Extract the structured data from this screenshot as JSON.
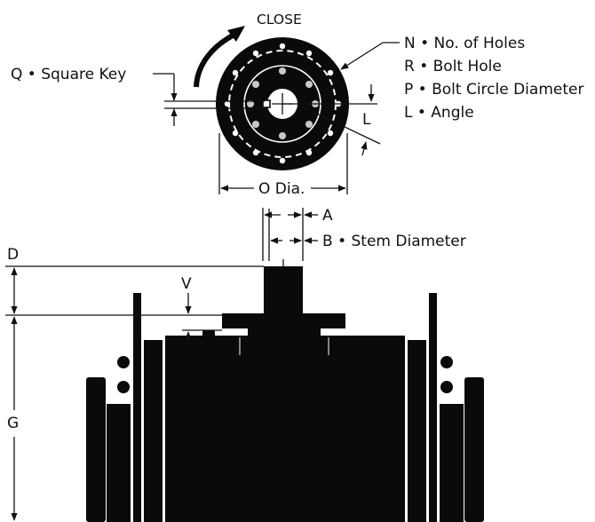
{
  "flange_view": {
    "rotation_label": "CLOSE",
    "key_label": "Q • Square Key",
    "callouts": [
      "N • No. of Holes",
      "R • Bolt Hole",
      "P • Bolt Circle Diameter",
      "L • Angle"
    ],
    "angle_label": "L",
    "diameter_label": "O Dia."
  },
  "stem_dims": {
    "a_label": "A",
    "b_label": "B • Stem Diameter"
  },
  "body_dims": {
    "d_label": "D",
    "v_label": "V",
    "g_label": "G"
  }
}
